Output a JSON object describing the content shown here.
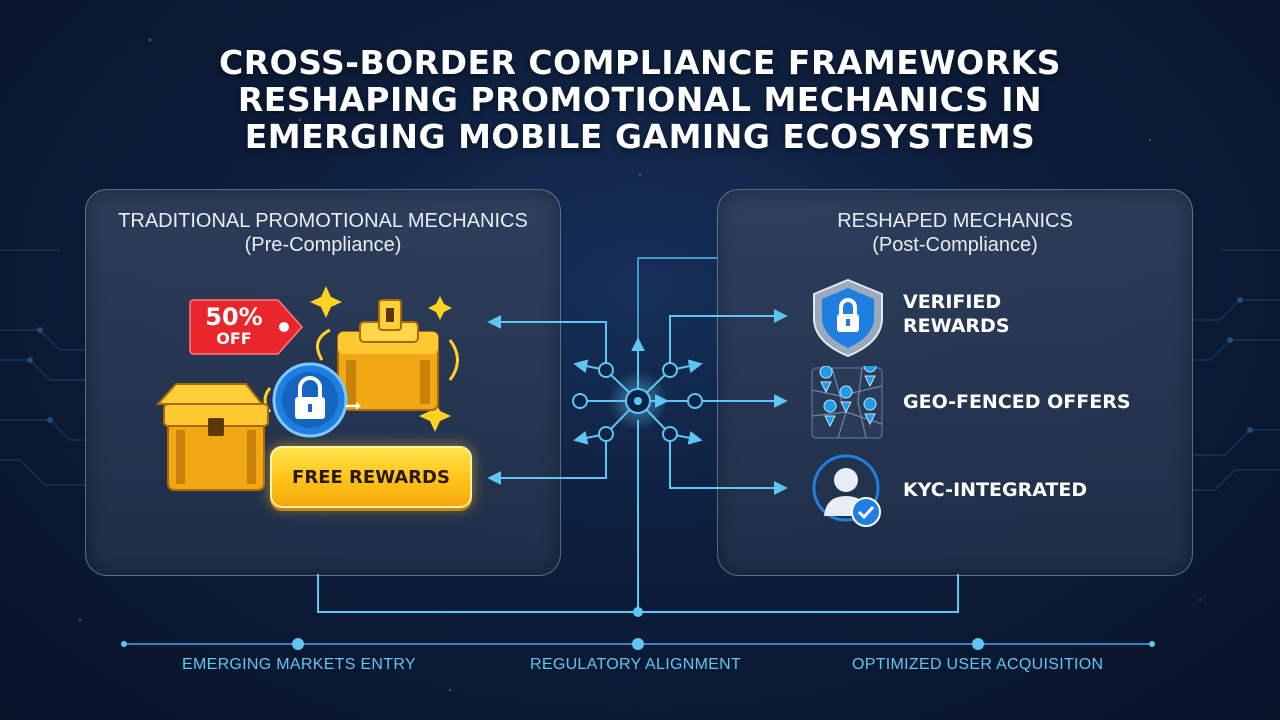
{
  "title_lines": [
    "CROSS-BORDER COMPLIANCE FRAMEWORKS",
    "RESHAPING PROMOTIONAL MECHANICS IN",
    "EMERGING MOBILE GAMING ECOSYSTEMS"
  ],
  "left_panel": {
    "heading": "TRADITIONAL PROMOTIONAL MECHANICS",
    "subheading": "(Pre-Compliance)",
    "tag_percent": "50%",
    "tag_word": "OFF",
    "button_label": "FREE REWARDS"
  },
  "right_panel": {
    "heading": "RESHAPED MECHANICS",
    "subheading": "(Post-Compliance)",
    "items": [
      {
        "line1": "VERIFIED",
        "line2": "REWARDS",
        "icon": "lock-shield-icon"
      },
      {
        "line1": "GEO-FENCED OFFERS",
        "line2": "",
        "icon": "map-pins-icon"
      },
      {
        "line1": "KYC-INTEGRATED",
        "line2": "",
        "icon": "verified-user-icon"
      }
    ]
  },
  "footer": {
    "labels": [
      "EMERGING MARKETS ENTRY",
      "REGULATORY ALIGNMENT",
      "OPTIMIZED USER ACQUISITION"
    ]
  },
  "colors": {
    "accent": "#5ec5f4",
    "gold": "#ffc21a",
    "tag_red": "#e8262c",
    "icon_blue": "#1f7fe0"
  }
}
